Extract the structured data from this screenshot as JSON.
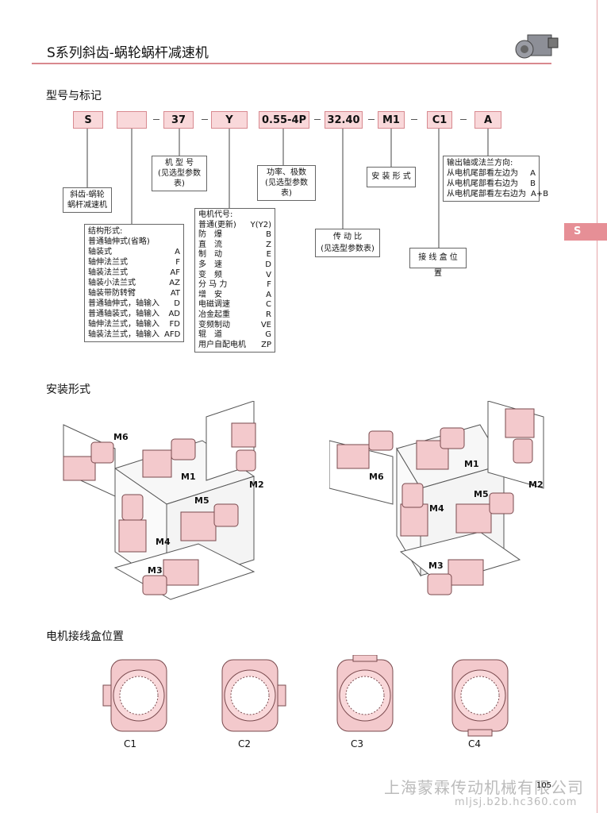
{
  "header": {
    "title": "S系列斜齿-蜗轮蜗杆减速机"
  },
  "sections": {
    "model": "型号与标记",
    "mounting": "安装形式",
    "terminal": "电机接线盒位置"
  },
  "side_tab": "S",
  "code_boxes": [
    "S",
    "",
    "37",
    "Y",
    "0.55-4P",
    "32.40",
    "M1",
    "C1",
    "A"
  ],
  "labels": {
    "type_name": [
      "斜齿-蜗轮",
      "蜗杆减速机"
    ],
    "frame": [
      "机 型 号",
      "(见选型参数表)"
    ],
    "power": [
      "功率、极数",
      "(见选型参数表)"
    ],
    "ratio": [
      "传 动 比",
      "(见选型参数表)"
    ],
    "mount": "安 装 形 式",
    "terminal": "接 线 盒 位 置",
    "output": {
      "title": "输出轴或法兰方向:",
      "rows": [
        [
          "从电机尾部看左边为",
          "A"
        ],
        [
          "从电机尾部看右边为",
          "B"
        ],
        [
          "从电机尾部看左右边为",
          "A+B"
        ]
      ]
    },
    "structure": {
      "title": "结构形式:",
      "rows": [
        [
          "普通轴伸式(省略)",
          ""
        ],
        [
          "轴装式",
          "A"
        ],
        [
          "轴伸法兰式",
          "F"
        ],
        [
          "轴装法兰式",
          "AF"
        ],
        [
          "轴装小法兰式",
          "AZ"
        ],
        [
          "轴装带防转臂",
          "AT"
        ],
        [
          "普通轴伸式，轴输入",
          "D"
        ],
        [
          "普通轴装式，轴输入",
          "AD"
        ],
        [
          "轴伸法兰式，轴输入",
          "FD"
        ],
        [
          "轴装法兰式，轴输入",
          "AFD"
        ]
      ]
    },
    "motor": {
      "title": "电机代号:",
      "rows": [
        [
          "普通(更新)",
          "Y(Y2)"
        ],
        [
          "防　爆",
          "B"
        ],
        [
          "直　流",
          "Z"
        ],
        [
          "制　动",
          "E"
        ],
        [
          "多　速",
          "D"
        ],
        [
          "变　频",
          "V"
        ],
        [
          "分 马 力",
          "F"
        ],
        [
          "增　安",
          "A"
        ],
        [
          "电磁调速",
          "C"
        ],
        [
          "冶金起重",
          "R"
        ],
        [
          "变频制动",
          "VE"
        ],
        [
          "辊　道",
          "G"
        ],
        [
          "用户自配电机",
          "ZP"
        ]
      ]
    }
  },
  "mount_positions_left": [
    "M6",
    "M1",
    "M2",
    "M5",
    "M4",
    "M3"
  ],
  "mount_positions_right": [
    "M6",
    "M1",
    "M2",
    "M4",
    "M5",
    "M3"
  ],
  "terminal_positions": [
    "C1",
    "C2",
    "C3",
    "C4"
  ],
  "page_number": "105",
  "watermark": {
    "company": "上海蒙霖传动机械有限公司",
    "url": "mljsj.b2b.hc360.com"
  },
  "colors": {
    "accent": "#e68f96",
    "box_fill": "#f9d8da",
    "motor_fill": "#f3c9cc"
  }
}
